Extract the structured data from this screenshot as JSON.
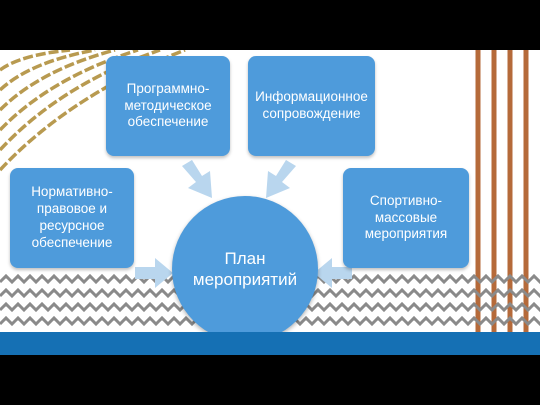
{
  "diagram": {
    "center": "План мероприятий",
    "boxes": {
      "normative": "Нормативно-правовое и ресурсное обеспечение",
      "program": "Программно-методическое обеспечение",
      "info": "Информационное сопровождение",
      "sport": "Спортивно-массовые мероприятия"
    }
  },
  "colors": {
    "node_fill": "#4e9bdb",
    "arrow_fill": "#b9d6ee",
    "footer_bar": "#1570b4",
    "chevron_stroke": "#8a8a8a",
    "stripe_brown": "#b56a3a",
    "arc_gold": "#b89a50"
  }
}
